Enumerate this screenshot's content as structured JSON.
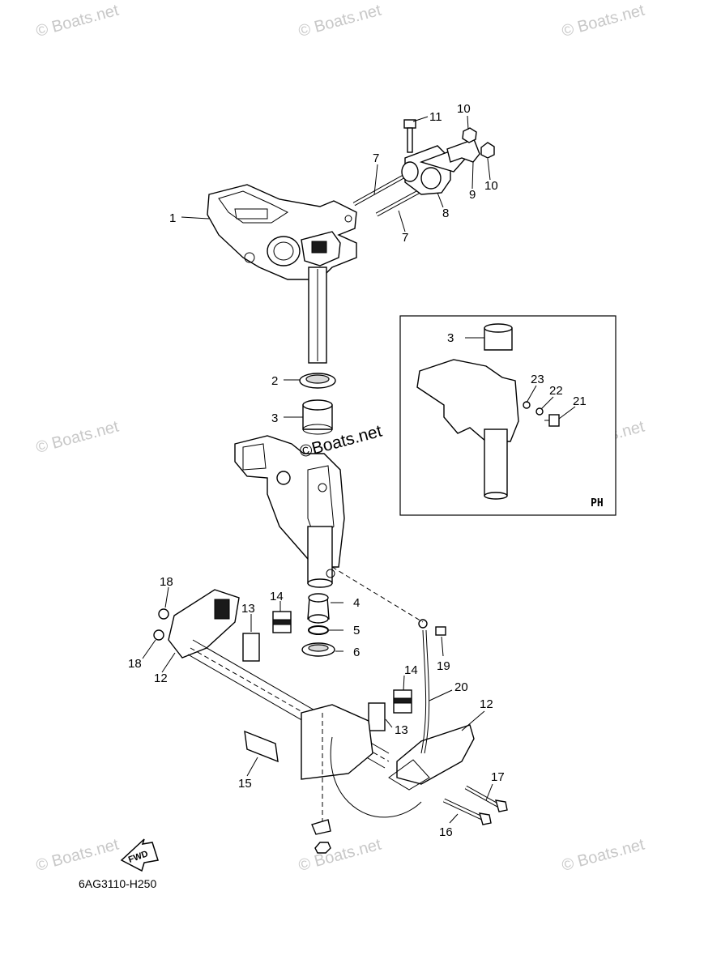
{
  "watermark_text": "© Boats.net",
  "center_stamp": "©Boats.net",
  "diagram_code": "6AG3110-H250",
  "inset_label": "PH",
  "fwd_label": "FWD",
  "callouts": {
    "c1": "1",
    "c2": "2",
    "c3a": "3",
    "c3b": "3",
    "c4": "4",
    "c5": "5",
    "c6": "6",
    "c7a": "7",
    "c7b": "7",
    "c8": "8",
    "c9": "9",
    "c10a": "10",
    "c10b": "10",
    "c11": "11",
    "c12a": "12",
    "c12b": "12",
    "c13a": "13",
    "c13b": "13",
    "c14a": "14",
    "c14b": "14",
    "c15": "15",
    "c16": "16",
    "c17": "17",
    "c18a": "18",
    "c18b": "18",
    "c19": "19",
    "c20": "20",
    "c21": "21",
    "c22": "22",
    "c23": "23"
  }
}
